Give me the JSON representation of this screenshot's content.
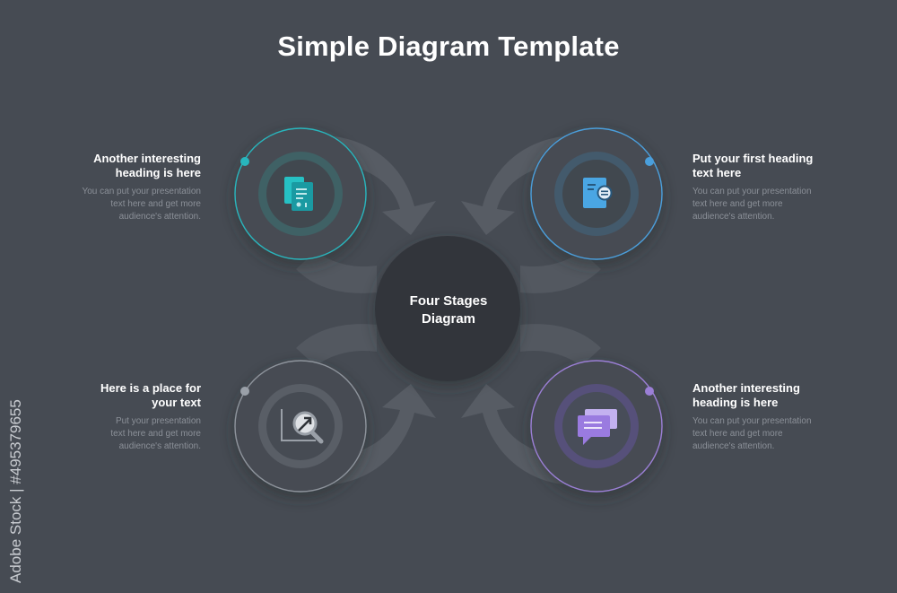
{
  "title": "Simple Diagram Template",
  "center": {
    "line1": "Four Stages",
    "line2": "Diagram"
  },
  "stages": [
    {
      "id": "top-left",
      "heading": [
        "Another interesting",
        "heading is here"
      ],
      "body": [
        "You can put your presentation",
        "text here and get more",
        "audience's attention."
      ],
      "accent": "#28b6bd",
      "icon": "documents-icon"
    },
    {
      "id": "top-right",
      "heading": [
        "Put your first heading",
        "text here"
      ],
      "body": [
        "You can put your presentation",
        "text here and get more",
        "audience's attention."
      ],
      "accent": "#4a9fdc",
      "icon": "document-search-icon"
    },
    {
      "id": "bottom-left",
      "heading": [
        "Here is a place for",
        "your  text"
      ],
      "body": [
        "Put your presentation",
        "text here and get more",
        "audience's attention."
      ],
      "accent": "#9aa0a8",
      "icon": "chart-magnifier-icon"
    },
    {
      "id": "bottom-right",
      "heading": [
        "Another interesting",
        "heading is here"
      ],
      "body": [
        "You can put your presentation",
        "text here and get more",
        "audience's attention."
      ],
      "accent": "#9b7fd6",
      "icon": "chat-bubbles-icon"
    }
  ],
  "watermark": {
    "text": "Adobe Stock",
    "id": "#495379655"
  },
  "colors": {
    "background": "#464b53",
    "center_circle": "#31353b",
    "arrow": "#585d65"
  }
}
